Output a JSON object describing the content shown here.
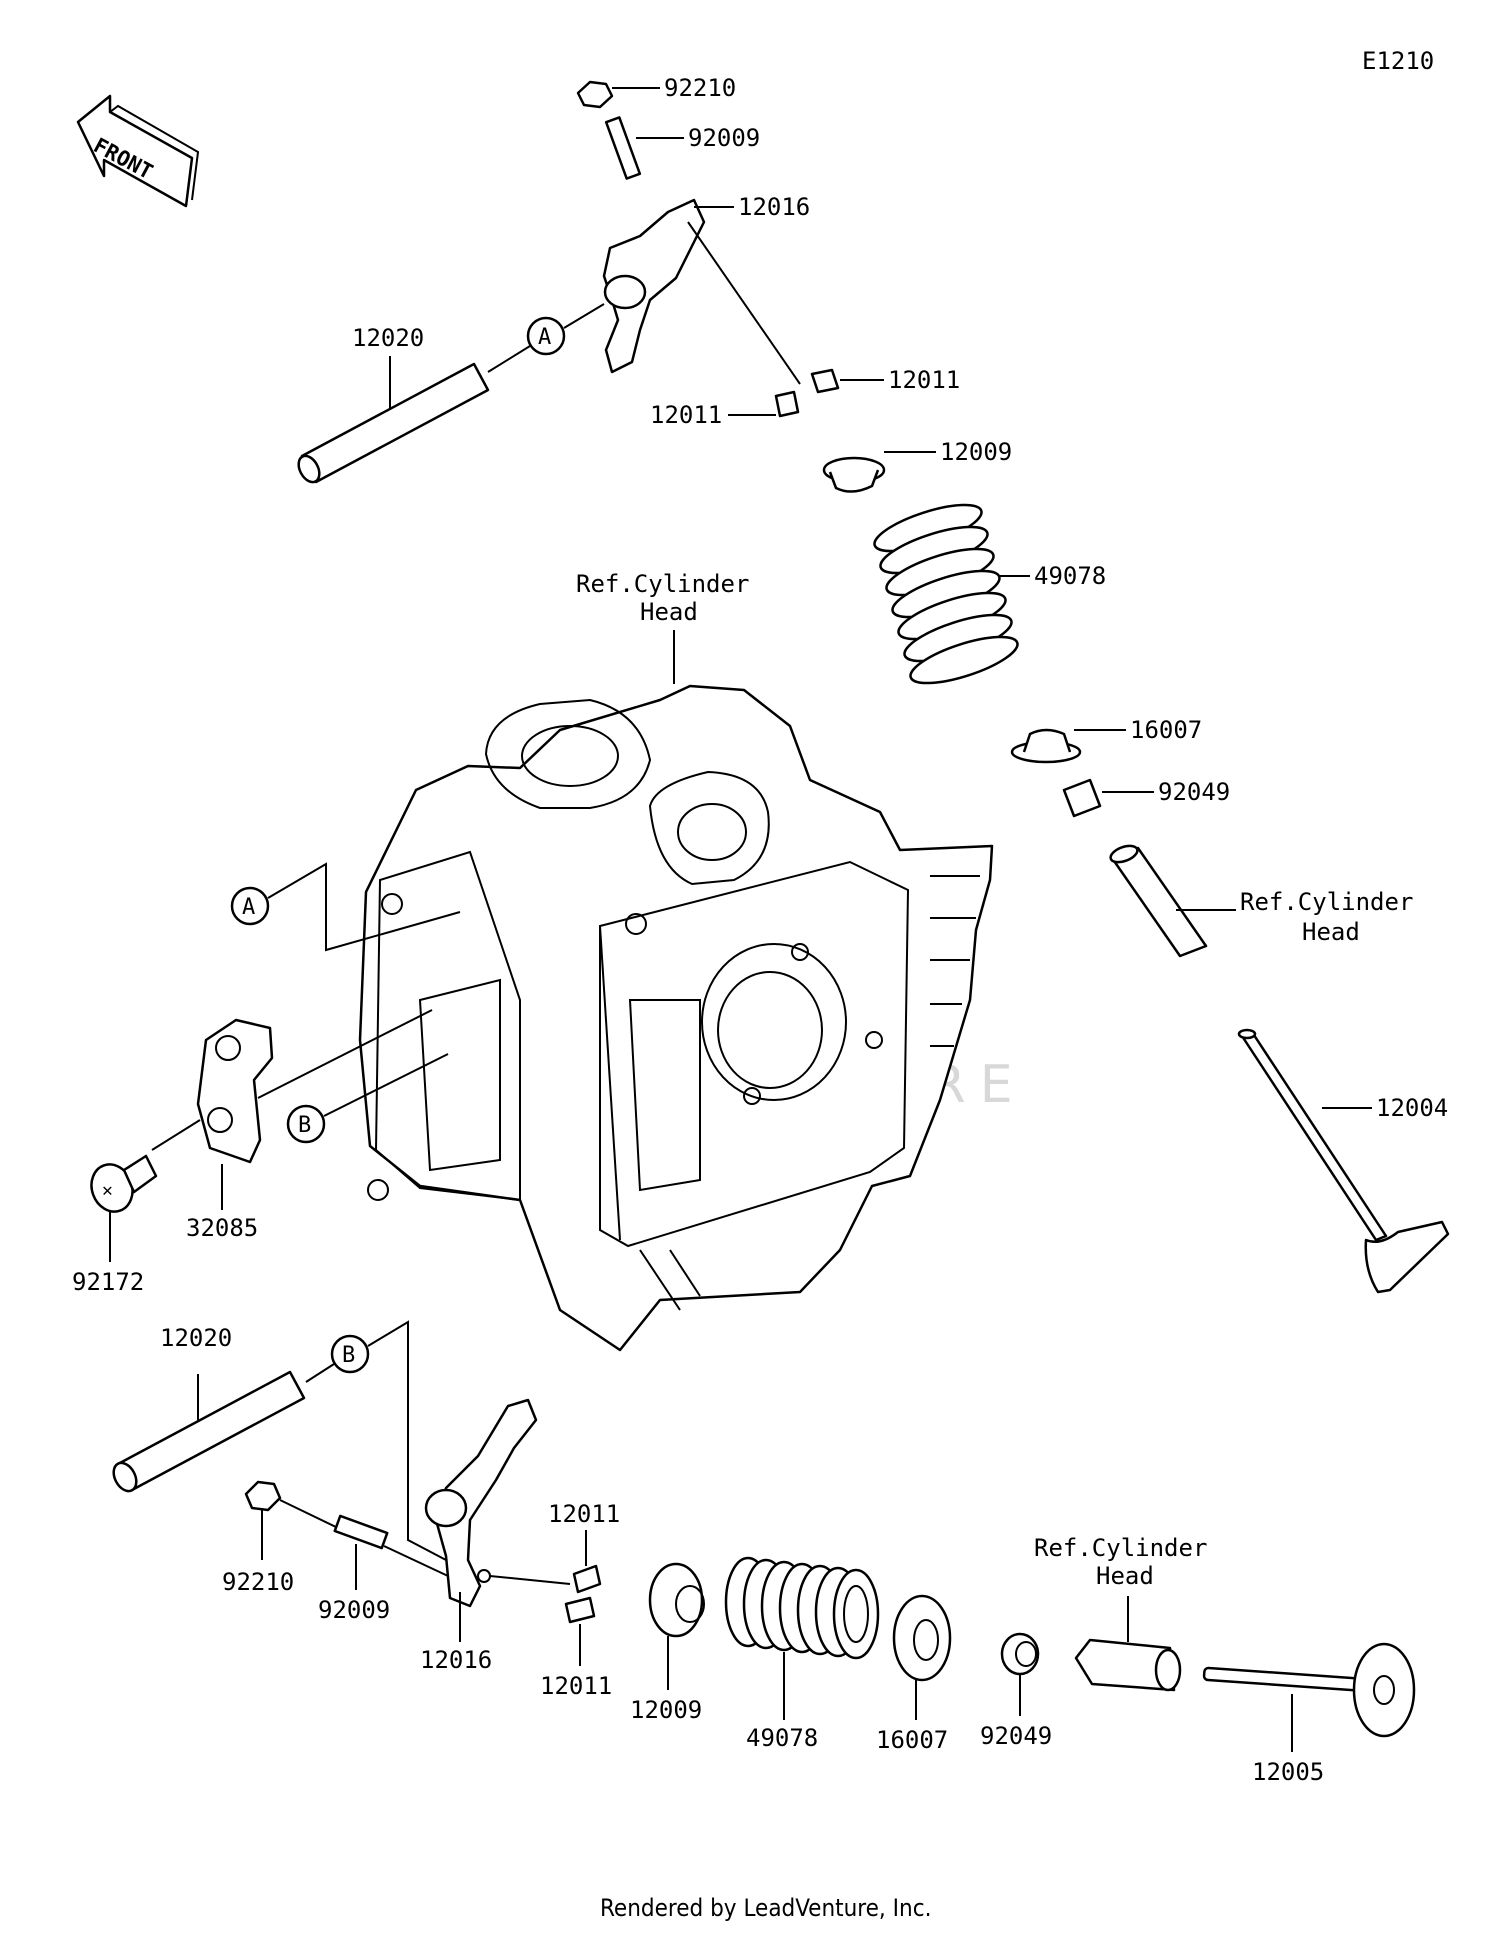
{
  "diagram_code": "E1210",
  "front_label": "FRONT",
  "watermark": "LEADVENTURE",
  "footer": "Rendered by LeadVenture, Inc.",
  "callout_letters": {
    "a": "A",
    "b": "B"
  },
  "ref_head_line1": "Ref.Cylinder",
  "ref_head_line2": "Head",
  "parts": {
    "nut_92210": "92210",
    "screw_92009": "92009",
    "rocker_arm_12016": "12016",
    "cotter_12011": "12011",
    "retainer_12009": "12009",
    "spring_49078": "49078",
    "seat_16007": "16007",
    "seal_92049": "92049",
    "valve_in_12004": "12004",
    "valve_ex_12005": "12005",
    "shaft_12020": "12020",
    "plate_32085": "32085",
    "screw_92172": "92172"
  }
}
